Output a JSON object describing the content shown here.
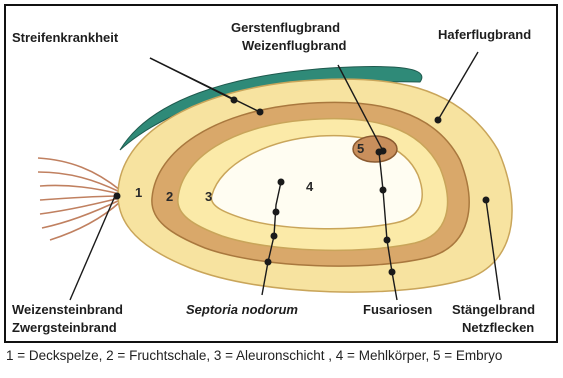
{
  "labels": {
    "streifenkrankheit": "Streifenkrankheit",
    "gerstenflugbrand": "Gerstenflugbrand",
    "weizenflugbrand": "Weizenflugbrand",
    "haferflugbrand": "Haferflugbrand",
    "weizensteinbrand": "Weizensteinbrand",
    "zwergsteinbrand": "Zwergsteinbrand",
    "septoria": "Septoria nodorum",
    "fusariosen": "Fusariosen",
    "staengelbrand": "Stängelbrand",
    "netzflecken": "Netzflecken"
  },
  "layers": [
    "1",
    "2",
    "3",
    "4",
    "5"
  ],
  "legend": "1 = Deckspelze, 2 = Fruchtschale, 3 = Aleuronschicht , 4 = Mehlkörper, 5 = Embryo",
  "colors": {
    "husk": "#f7e3a0",
    "fruit_coat": "#d9a86a",
    "aleurone": "#fbeaa8",
    "endosperm": "#fffdf2",
    "embryo": "#c98f5c",
    "green_layer": "#2f8a78",
    "roots": "#c08060"
  }
}
